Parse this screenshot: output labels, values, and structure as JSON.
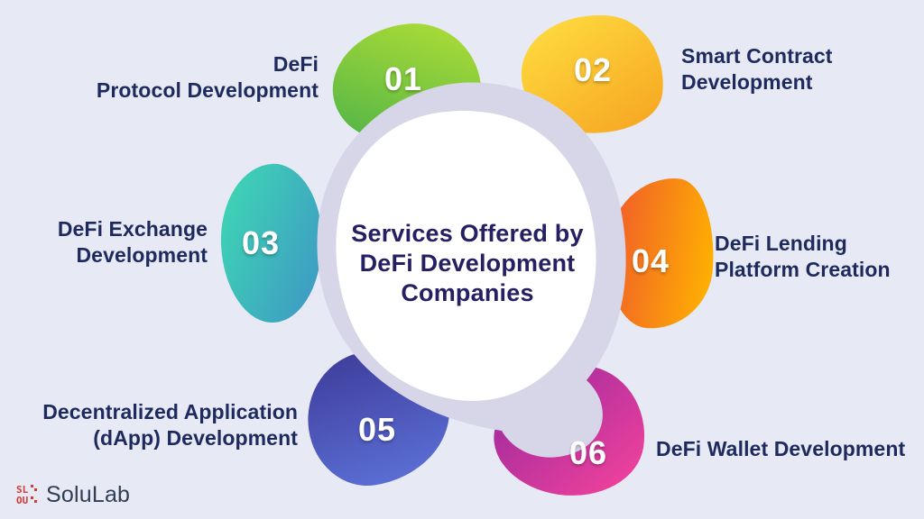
{
  "background_color": "#e7e9f4",
  "center": {
    "title_lines": [
      "Services Offered by",
      "DeFi Development",
      "Companies"
    ],
    "title_color": "#252063",
    "ring_color": "#d7d6e8",
    "inner_color": "#ffffff"
  },
  "label_color": "#1e2a5e",
  "number_color": "#ffffff",
  "items": [
    {
      "number": "01",
      "lines": [
        "DeFi",
        "Protocol Development"
      ],
      "gradient": [
        "#b4df35",
        "#4eb347"
      ]
    },
    {
      "number": "02",
      "lines": [
        "Smart Contract",
        "Development"
      ],
      "gradient": [
        "#ffe042",
        "#f6a21f"
      ]
    },
    {
      "number": "03",
      "lines": [
        "DeFi Exchange",
        "Development"
      ],
      "gradient": [
        "#3edcb2",
        "#3e93c6"
      ]
    },
    {
      "number": "04",
      "lines": [
        "DeFi Lending",
        "Platform Creation"
      ],
      "gradient": [
        "#f05a2a",
        "#ffb400"
      ]
    },
    {
      "number": "05",
      "lines": [
        "Decentralized Application",
        "(dApp) Development"
      ],
      "gradient": [
        "#3e3c9a",
        "#5d72d8"
      ]
    },
    {
      "number": "06",
      "lines": [
        "DeFi Wallet Development"
      ],
      "gradient": [
        "#93279e",
        "#f8449c"
      ]
    }
  ],
  "logo": {
    "text": "SoluLab",
    "icon_color": "#d23c34",
    "text_color": "#2f3e54"
  }
}
